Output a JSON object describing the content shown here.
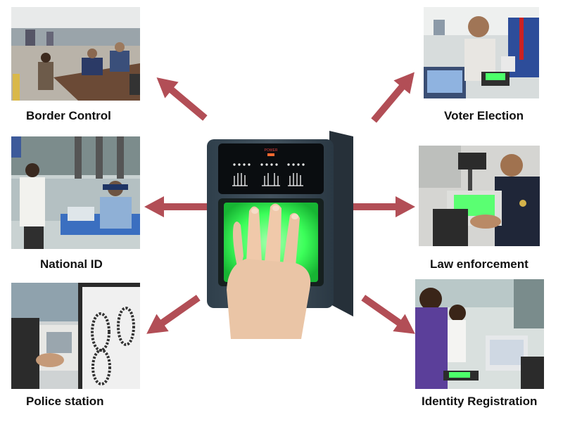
{
  "applications": [
    {
      "id": "border",
      "label": "Border Control"
    },
    {
      "id": "voter",
      "label": "Voter Election"
    },
    {
      "id": "nationalid",
      "label": "National ID"
    },
    {
      "id": "law",
      "label": "Law enforcement"
    },
    {
      "id": "police",
      "label": "Police station"
    },
    {
      "id": "identity",
      "label": "Identity Registration"
    }
  ],
  "device": {
    "indicator_text": "POWER",
    "accent": "#3cff5a"
  },
  "colors": {
    "arrow": "#b24e56"
  }
}
